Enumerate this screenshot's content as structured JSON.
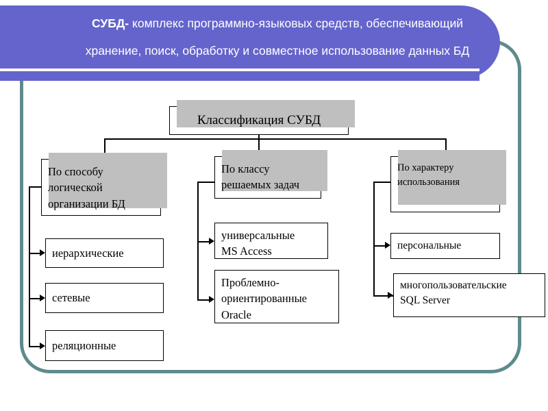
{
  "slide": {
    "header": {
      "lead": "СУБД-",
      "line1_rest": " комплекс программно-языковых средств, обеспечивающий",
      "line2": "хранение, поиск, обработку и совместное использование данных БД",
      "background_color": "#6464CC",
      "text_color": "#FFFFFF"
    },
    "frame": {
      "border_color": "#5F8A8B"
    },
    "diagram": {
      "root": {
        "label": "Классификация СУБД"
      },
      "branches": [
        {
          "title": "По способу логической организации БД",
          "children": [
            {
              "label": "иерархические"
            },
            {
              "label": "сетевые"
            },
            {
              "label": "реляционные"
            }
          ]
        },
        {
          "title": "По классу решаемых задач",
          "children": [
            {
              "label": "универсальные\nMS Access",
              "line1": "универсальные",
              "line2": "MS Access"
            },
            {
              "label": "Проблемно-ориентированные Oracle",
              "line1": "Проблемно-",
              "line2": "ориентированные",
              "line3": "Oracle"
            }
          ]
        },
        {
          "title": "По характеру использования",
          "children": [
            {
              "label": "персональные"
            },
            {
              "label": "многопользовательские\nSQL Server",
              "line1": "многопользовательские",
              "line2": "SQL Server"
            }
          ]
        }
      ]
    }
  }
}
